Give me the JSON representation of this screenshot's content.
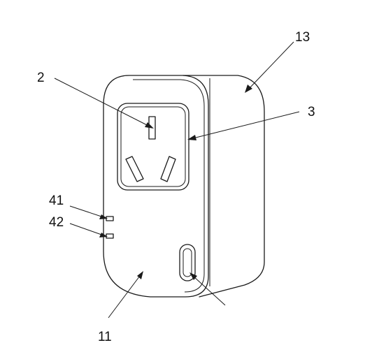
{
  "labels": {
    "l2": "2",
    "l3": "3",
    "l11": "11",
    "l13": "13",
    "l41": "41",
    "l42": "42"
  }
}
